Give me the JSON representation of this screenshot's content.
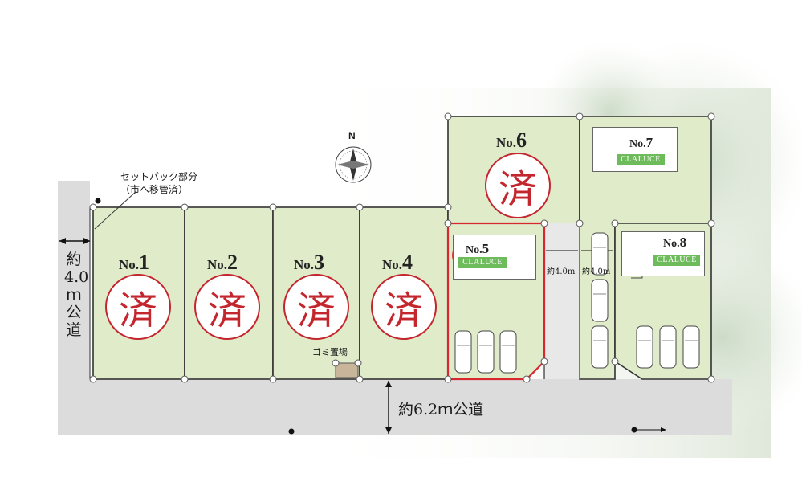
{
  "compass": {
    "north_label": "N"
  },
  "setback": {
    "line1": "セットバック部分",
    "line2": "（市へ移管済）"
  },
  "road_west": {
    "chars": [
      "約",
      "4.0",
      "ｍ",
      "公",
      "道"
    ]
  },
  "road_south": {
    "label": "約6.2ｍ公道"
  },
  "garbage": {
    "label": "ゴミ置場"
  },
  "aisle": {
    "left": "約4.0m",
    "right": "約4.0m"
  },
  "lots": [
    {
      "prefix": "No.",
      "num": "1",
      "status": "済"
    },
    {
      "prefix": "No.",
      "num": "2",
      "status": "済"
    },
    {
      "prefix": "No.",
      "num": "3",
      "status": "済"
    },
    {
      "prefix": "No.",
      "num": "4",
      "status": "済"
    },
    {
      "prefix": "No.",
      "num": "5",
      "brand": "CLALUCE",
      "highlighted": true
    },
    {
      "prefix": "No.",
      "num": "6",
      "status": "済"
    },
    {
      "prefix": "No.",
      "num": "7",
      "brand": "CLALUCE"
    },
    {
      "prefix": "No.",
      "num": "8",
      "brand": "CLALUCE"
    }
  ],
  "colors": {
    "lot_fill": "#dfebc9",
    "road_fill": "#dcdcdc",
    "sold_red": "#c4262e",
    "brand_green": "#6dbb5a",
    "highlight_red": "#d7282f"
  }
}
